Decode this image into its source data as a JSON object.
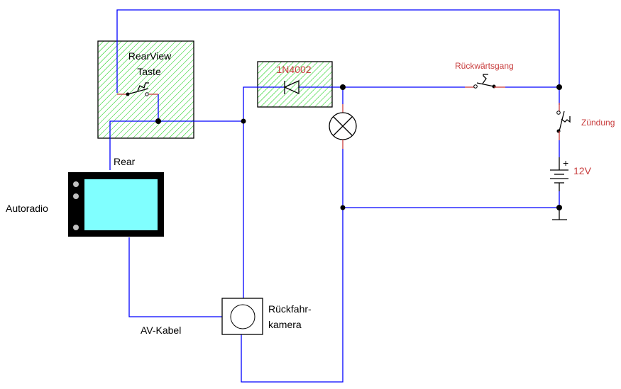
{
  "diagram": {
    "labels": {
      "rearview_button_line1": "RearView",
      "rearview_button_line2": "Taste",
      "diode": "1N4002",
      "reverse_gear_switch": "Rückwärtsgang",
      "ignition_switch": "Zündung",
      "battery_voltage": "12V",
      "battery_plus": "+",
      "rear_input": "Rear",
      "car_radio": "Autoradio",
      "av_cable": "AV-Kabel",
      "camera_line1": "Rückfahr-",
      "camera_line2": "kamera"
    },
    "colors": {
      "wire": "#0000ff",
      "lead": "#c83c3c",
      "hatch": "#00cc00",
      "screen": "#80ffff",
      "label_red": "#c83c3c"
    }
  }
}
